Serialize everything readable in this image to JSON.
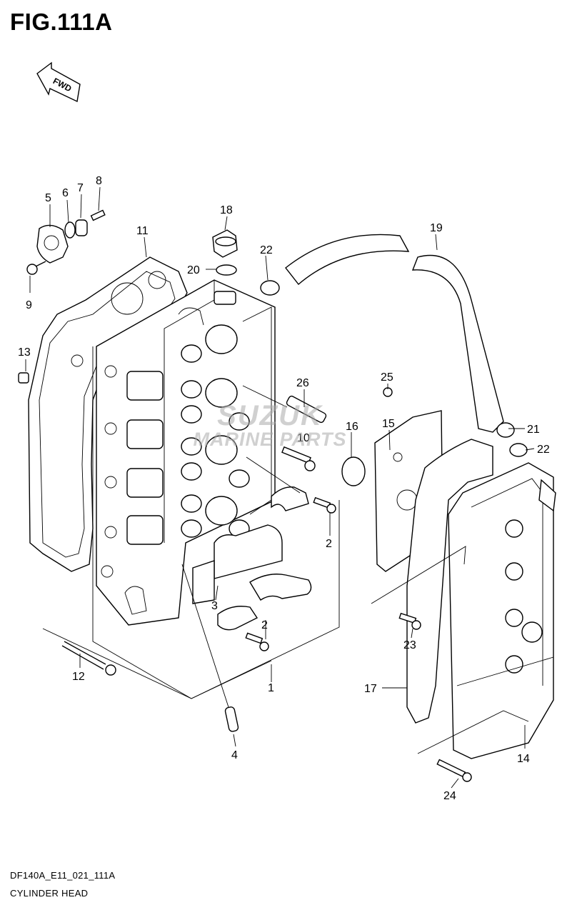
{
  "figure": {
    "title": "FIG.111A",
    "fwd_label": "FWD",
    "diagram_code": "DF140A_E11_021_111A",
    "diagram_name": "CYLINDER HEAD"
  },
  "watermark": {
    "brand": "SUZUK",
    "sub": "MARINE PARTS"
  },
  "callouts": {
    "c1": "1",
    "c2a": "2",
    "c2b": "2",
    "c3": "3",
    "c4": "4",
    "c5": "5",
    "c6": "6",
    "c7": "7",
    "c8": "8",
    "c9": "9",
    "c10": "10",
    "c11": "11",
    "c12": "12",
    "c13": "13",
    "c14": "14",
    "c15": "15",
    "c16": "16",
    "c17": "17",
    "c18": "18",
    "c19": "19",
    "c20": "20",
    "c21": "21",
    "c22a": "22",
    "c22b": "22",
    "c23": "23",
    "c24": "24",
    "c25": "25",
    "c26": "26"
  }
}
